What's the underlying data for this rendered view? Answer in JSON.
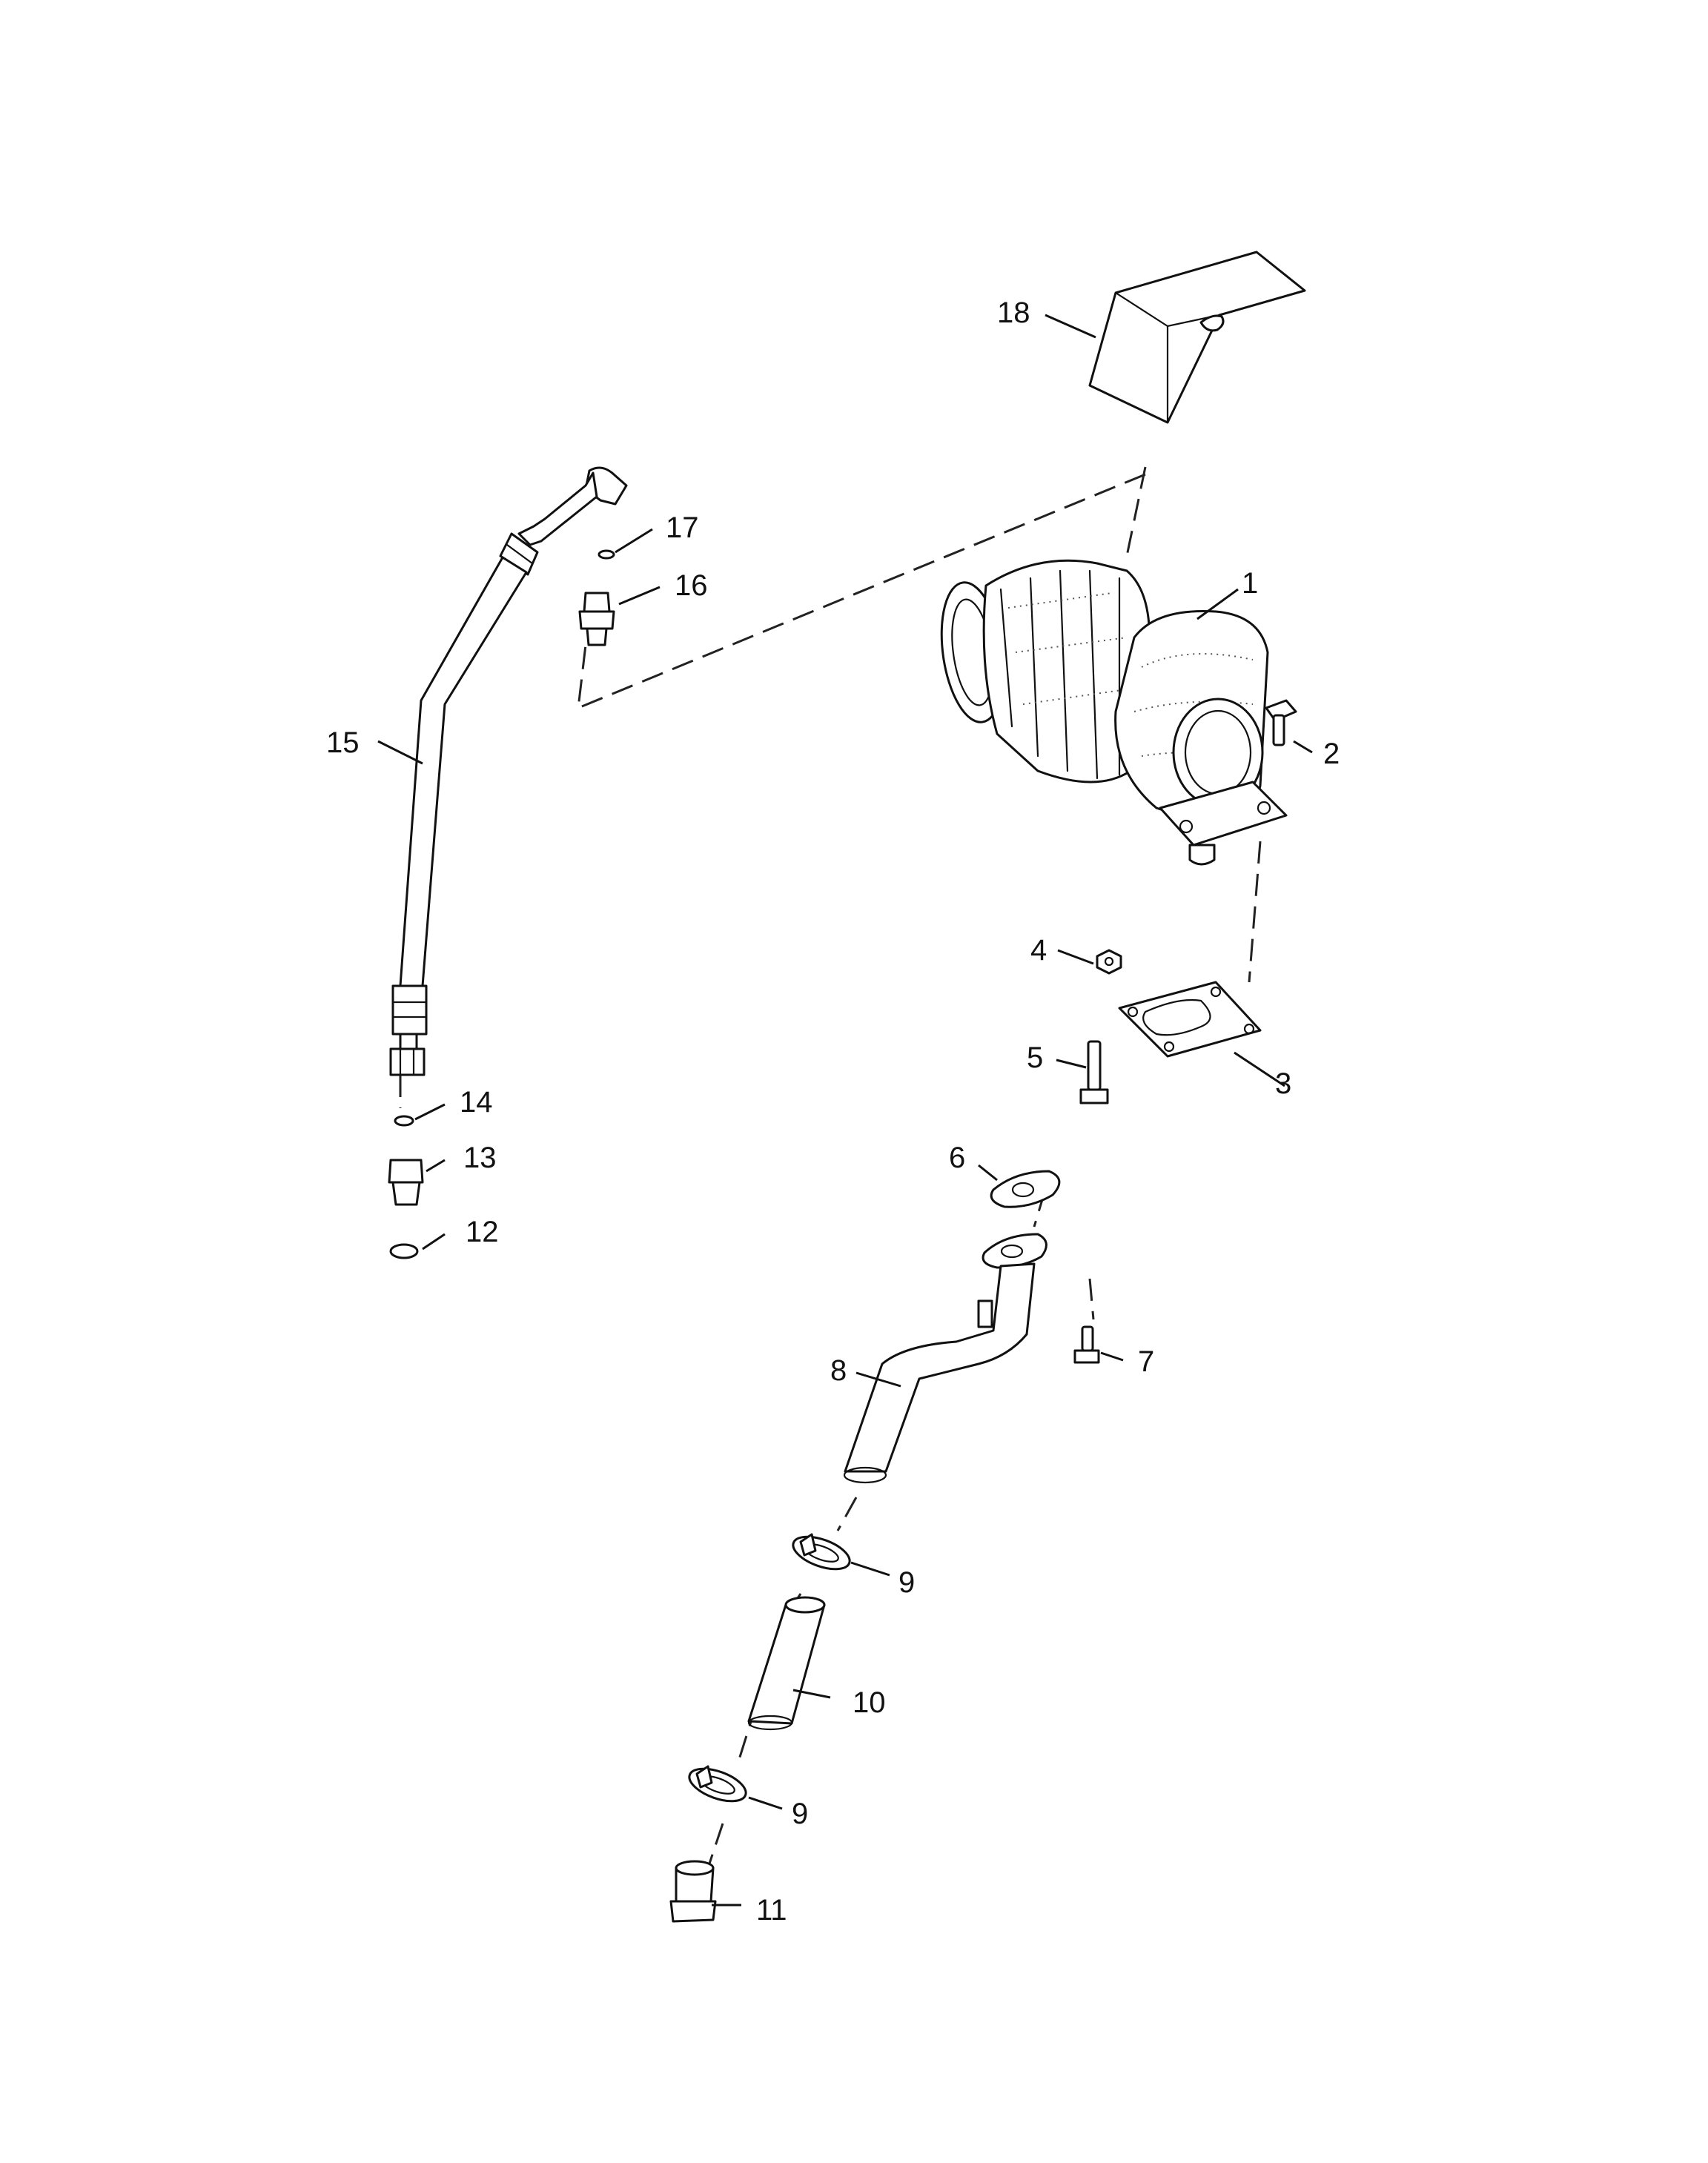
{
  "callouts": {
    "c1": "1",
    "c2": "2",
    "c3": "3",
    "c4": "4",
    "c5": "5",
    "c6": "6",
    "c7": "7",
    "c8": "8",
    "c9a": "9",
    "c9b": "9",
    "c10": "10",
    "c11": "11",
    "c12": "12",
    "c13": "13",
    "c14": "14",
    "c15": "15",
    "c16": "16",
    "c17": "17",
    "c18": "18"
  },
  "colors": {
    "line": "#111111",
    "background": "#ffffff"
  }
}
